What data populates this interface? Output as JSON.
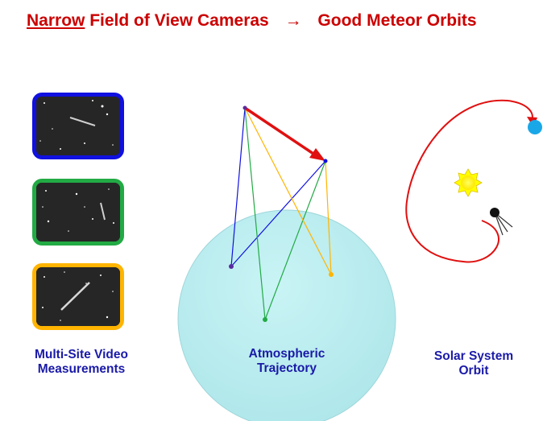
{
  "title": {
    "underlined": "Narrow",
    "rest": "Field of View Cameras",
    "arrow": "→",
    "result": "Good Meteor Orbits"
  },
  "columns": {
    "video": {
      "line1": "Multi-Site Video",
      "line2": "Measurements"
    },
    "trajectory": {
      "line1": "Atmospheric",
      "line2": "Trajectory"
    },
    "orbit": {
      "line1": "Solar System",
      "line2": "Orbit"
    }
  },
  "colors": {
    "title": "#cc0000",
    "labels": "#1a1aa8",
    "site_blue": "#1010e0",
    "site_green": "#22aa44",
    "site_yellow": "#ffb400",
    "site_purple": "#5a2aa0",
    "earth": "#bff0f2",
    "meteor_arrow": "#e01010",
    "sun": "#ffff00",
    "planet": "#1aa7e8"
  }
}
